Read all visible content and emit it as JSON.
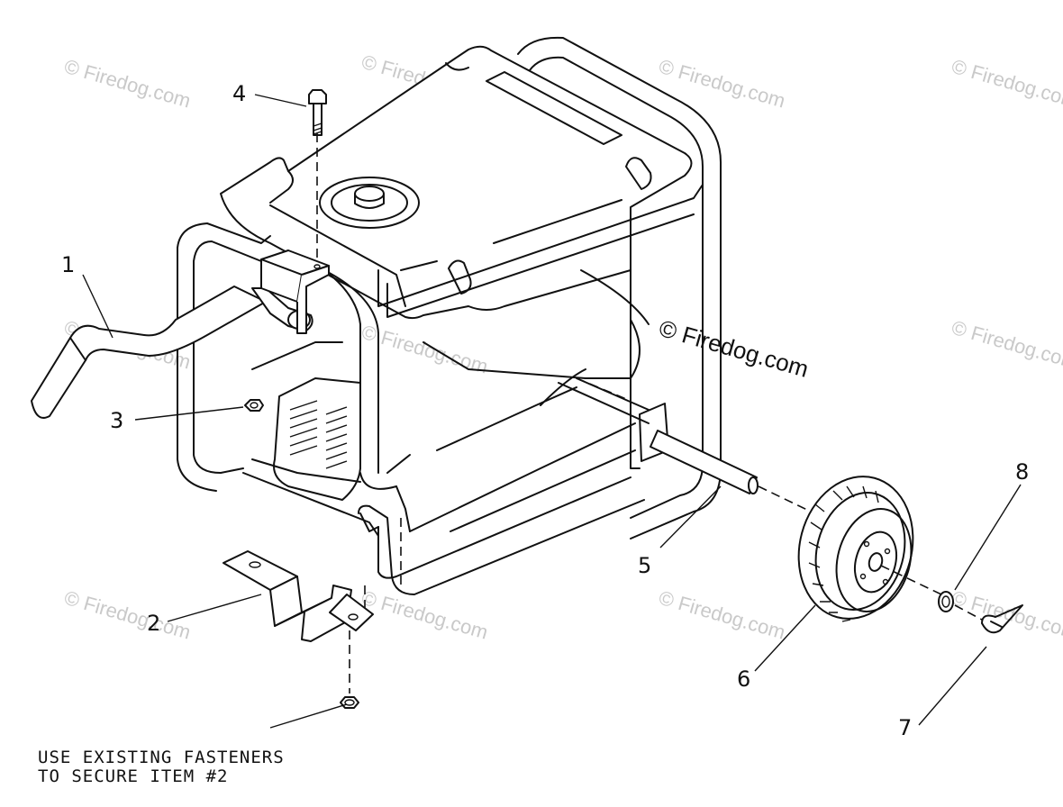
{
  "diagram": {
    "callouts": [
      "1",
      "2",
      "3",
      "4",
      "5",
      "6",
      "7",
      "8"
    ],
    "note_lines": [
      "USE EXISTING FASTENERS",
      "TO SECURE ITEM #2"
    ],
    "watermark": "© Firedog.com",
    "colors": {
      "line": "#111111",
      "watermark": "#c9c9c9",
      "background": "#ffffff"
    }
  }
}
